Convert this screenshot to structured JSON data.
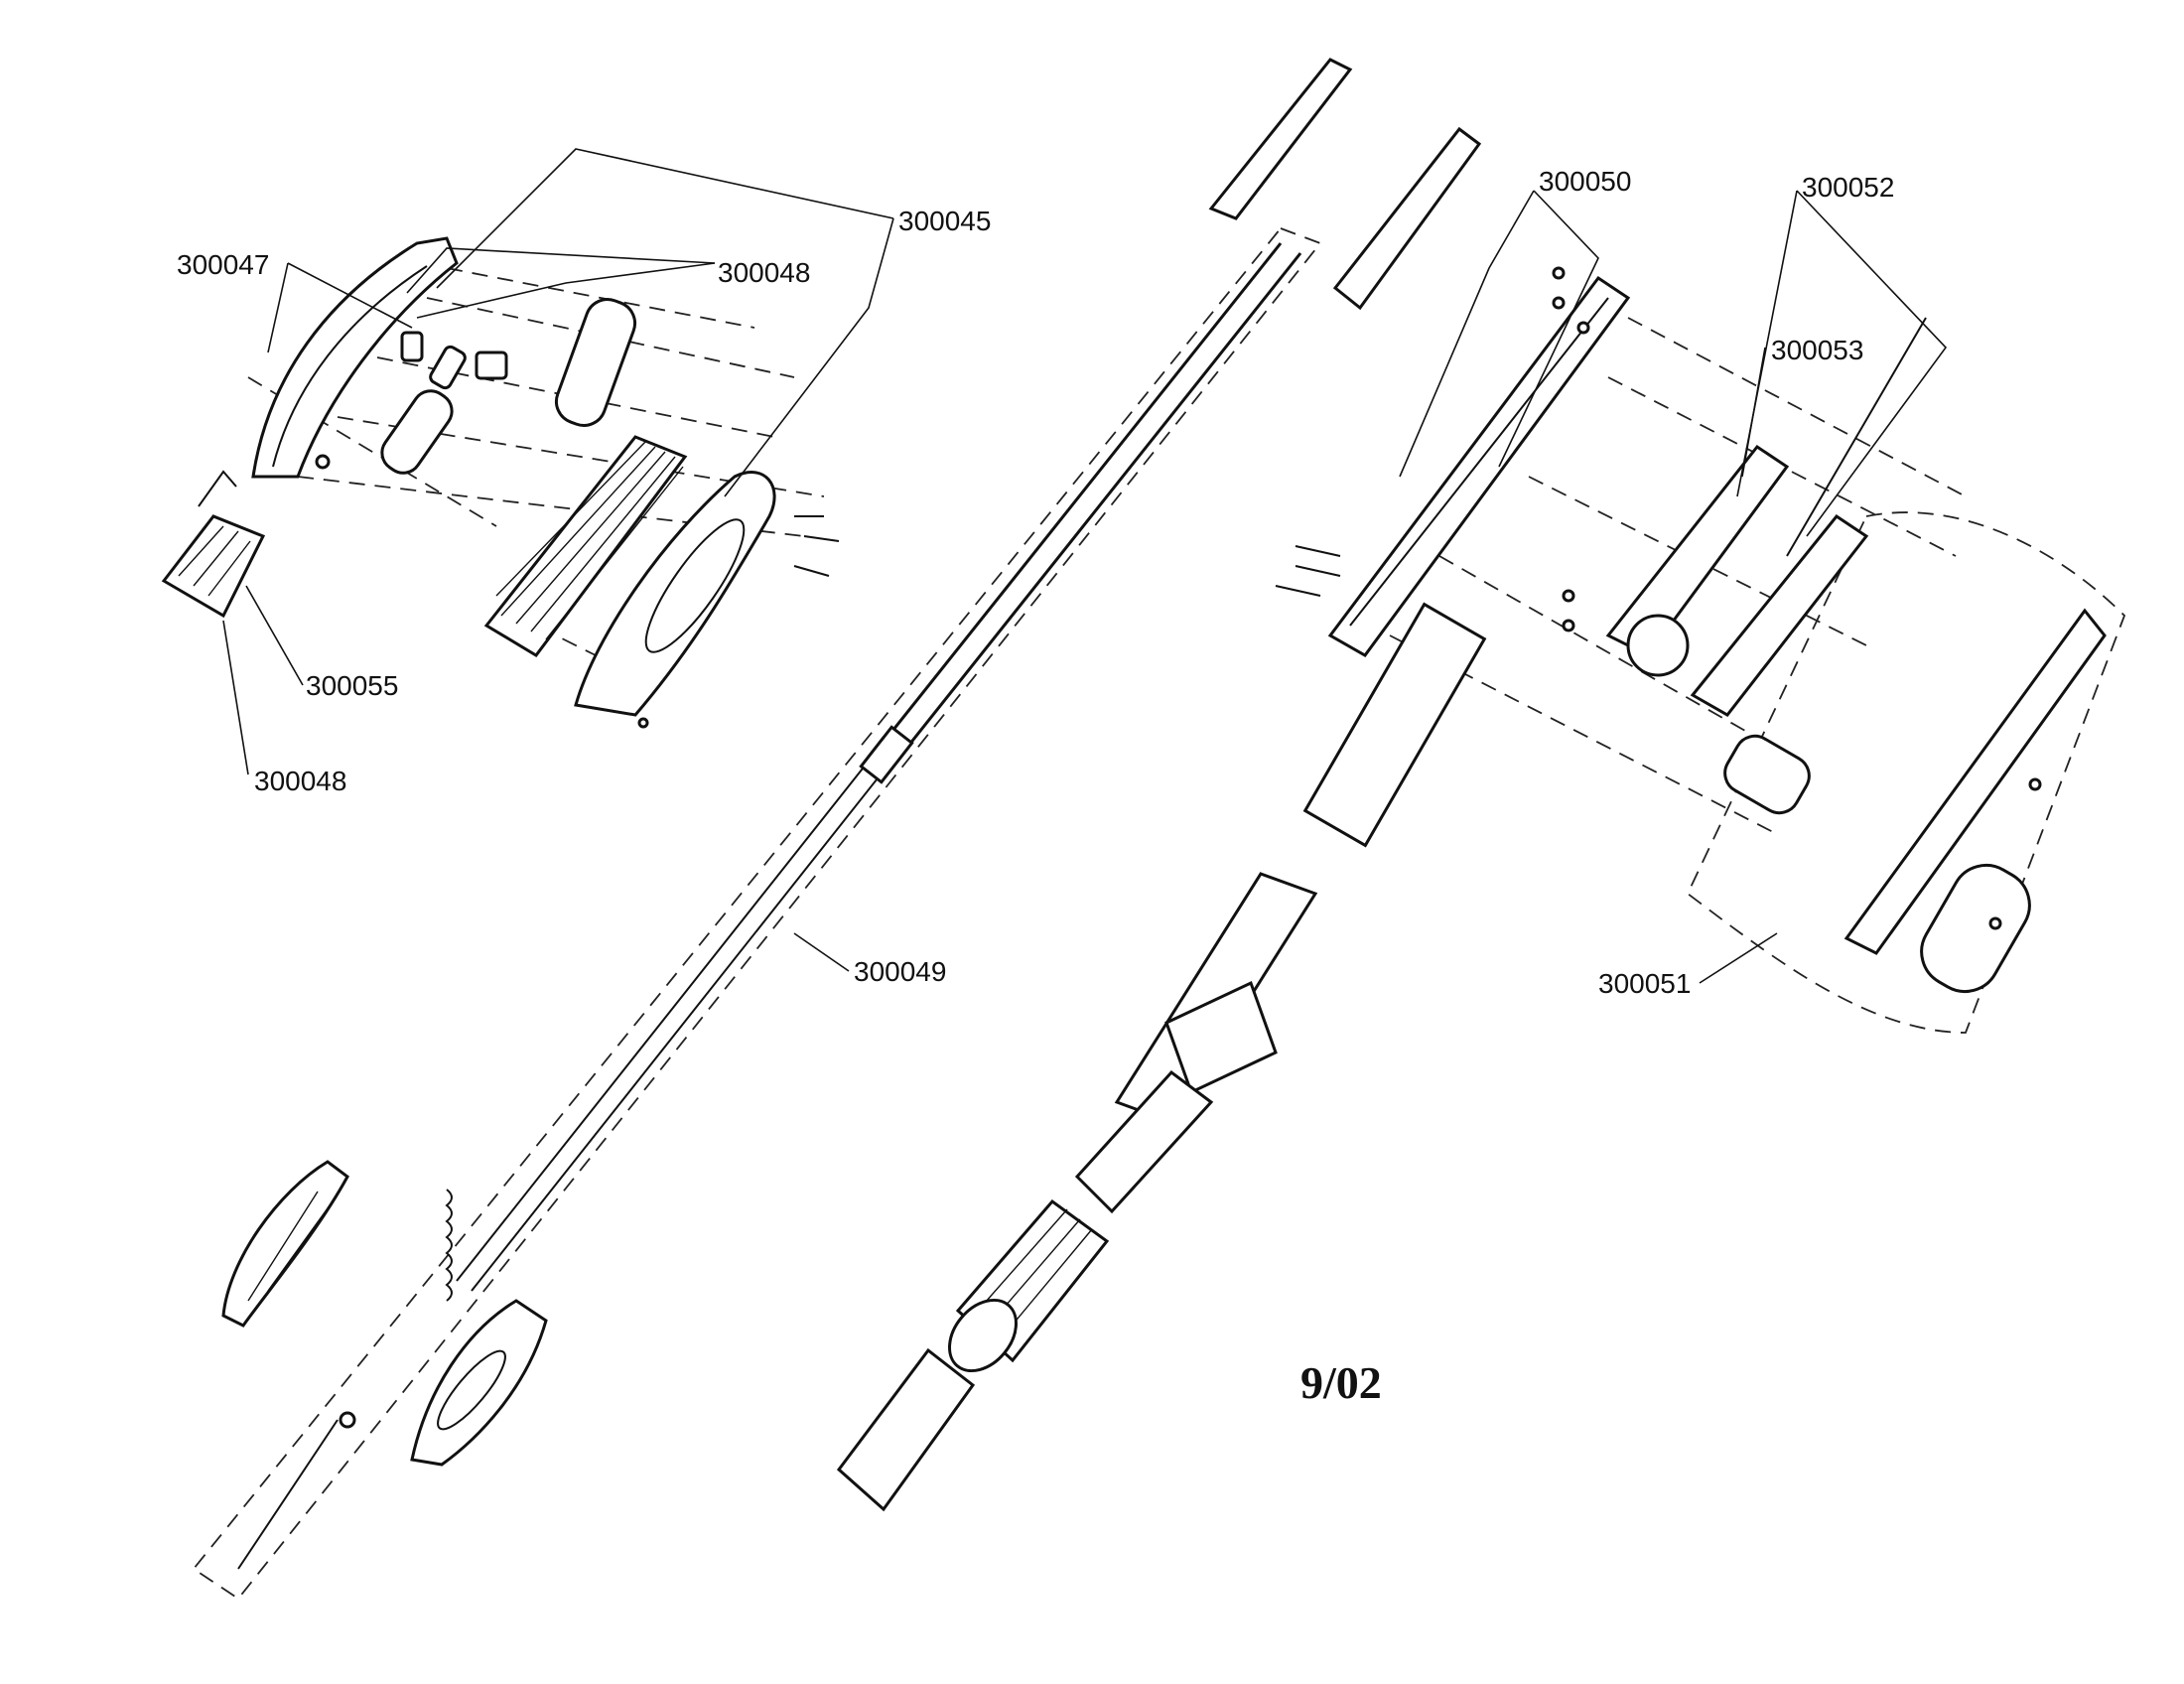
{
  "labels": {
    "p300045": "300045",
    "p300047": "300047",
    "p300048_top": "300048",
    "p300048_bottom": "300048",
    "p300055": "300055",
    "p300049": "300049",
    "p300050": "300050",
    "p300052": "300052",
    "p300053": "300053",
    "p300051": "300051"
  },
  "date_code": "9/02"
}
